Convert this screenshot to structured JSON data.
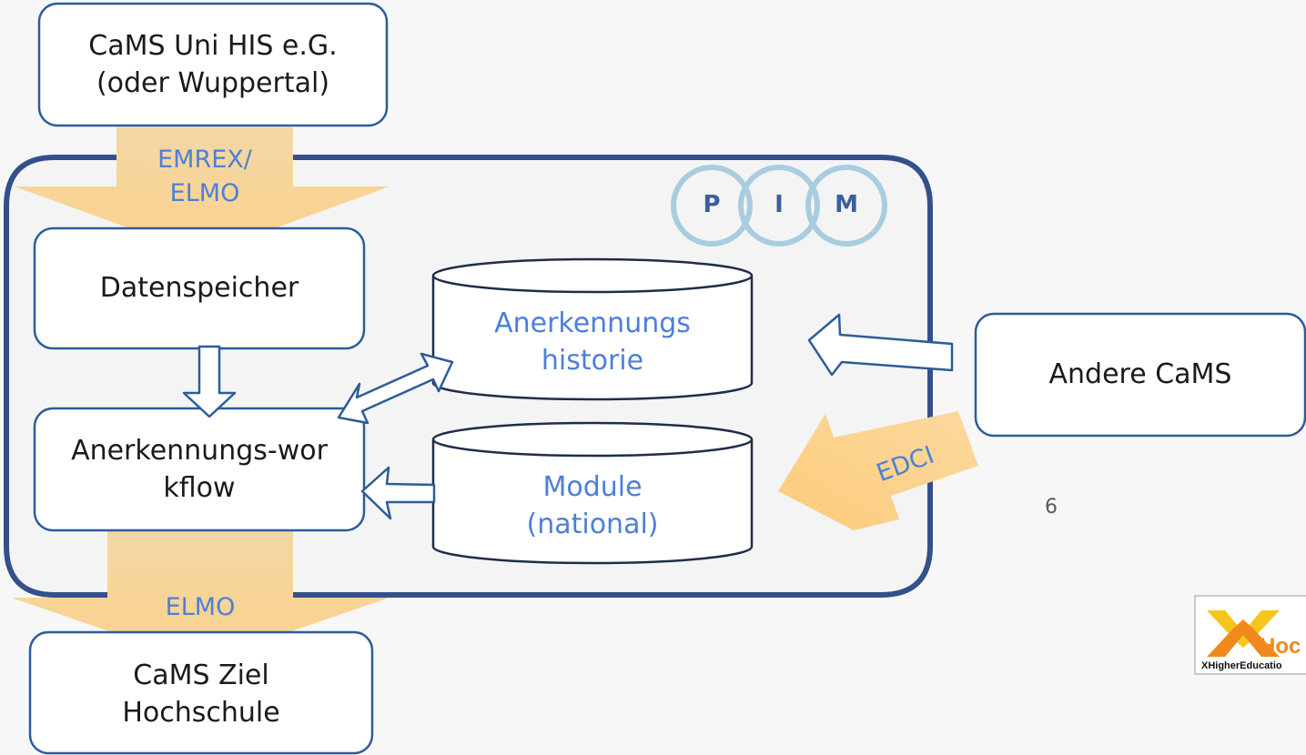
{
  "nodes": {
    "cams_uni_his": "CaMS Uni HIS e.G.\n(oder Wuppertal)",
    "datenspeicher": "Datenspeicher",
    "anerkennungs_workflow": "Anerkennungs-wor\nkflow",
    "anerkennungs_historie": "Anerkennungs\nhistorie",
    "module_national": "Module\n(national)",
    "andere_cams": "Andere CaMS",
    "cams_ziel": "CaMS Ziel\nHochschule"
  },
  "flows": {
    "emrex_elmo": "EMREX/\nELMO",
    "elmo_out": "ELMO",
    "edci": "EDCI"
  },
  "pim_logo": {
    "letters": [
      "P",
      "I",
      "M"
    ]
  },
  "xhe_logo": {
    "text_main": "Hoc",
    "text_sub": "XHigherEducatio"
  },
  "page_number": "6",
  "colors": {
    "container_border": "#34508a",
    "flow_arrow": "#fcd48c",
    "node_border": "#2d5c99",
    "blue_text": "#4d7fd8",
    "pim_ring": "#a9cde0"
  }
}
